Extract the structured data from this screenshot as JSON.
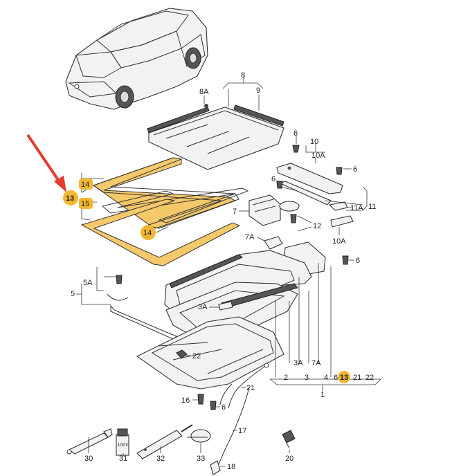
{
  "labels": {
    "l8": "8",
    "l9": "9",
    "l8A": "8A",
    "l6a": "6",
    "l10": "10",
    "l10A": "10A",
    "l6b": "6",
    "l6c": "6",
    "l11A": "11A",
    "l11": "11",
    "l10A_b": "10A",
    "l7": "7",
    "l12": "12",
    "l7A": "7A",
    "l6d": "6",
    "l14a": "14",
    "l15": "15",
    "l13": "13",
    "l14b": "14",
    "l5": "5",
    "l5A": "5A",
    "l3A": "3A",
    "l22": "22",
    "l3A_b": "3A",
    "l7A_b": "7A",
    "l2": "2",
    "l3": "3",
    "l4": "4",
    "l6e": "6",
    "l13b": "13",
    "l21": "21",
    "l22b": "22",
    "l1": "1",
    "l21b": "21",
    "l16": "16",
    "l6f": "6",
    "l17": "17",
    "l30": "30",
    "l31": "31",
    "l32": "32",
    "l33": "33",
    "l18": "18",
    "l20": "20",
    "tube_text": "10ml"
  },
  "colors": {
    "highlight": "#f2b632",
    "arrow": "#e53a2c",
    "line": "#333333"
  }
}
